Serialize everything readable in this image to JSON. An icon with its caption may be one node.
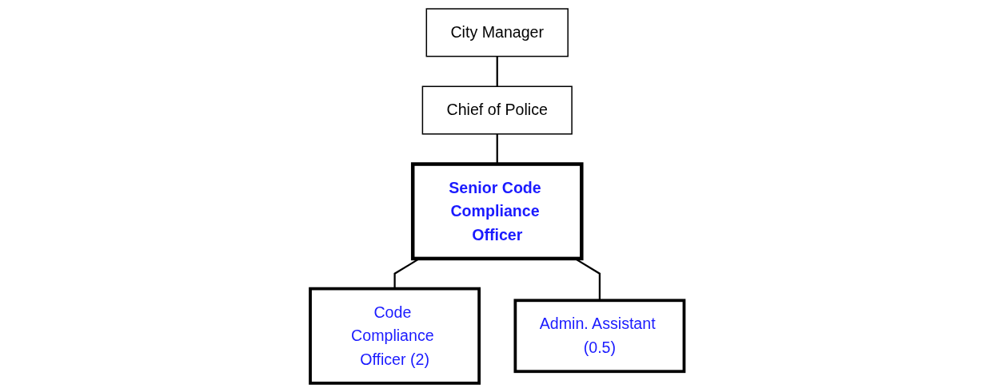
{
  "diagram": {
    "nodes": [
      {
        "text": [
          "City Manager"
        ]
      },
      {
        "text": [
          "Chief of Police"
        ]
      },
      {
        "text": [
          "Senior Code Compliance Officer"
        ]
      },
      {
        "text": [
          "Code Compliance Officer (2)"
        ]
      },
      {
        "text": [
          "Admin. Assistant (0.5)"
        ]
      }
    ],
    "edges": [
      {
        "from": 0,
        "to": 1,
        "arrow": "none"
      },
      {
        "from": 1,
        "to": 2,
        "arrow": "none"
      },
      {
        "from": 2,
        "to": 3,
        "arrow": "none"
      },
      {
        "from": 2,
        "to": 4,
        "arrow": "none"
      }
    ]
  }
}
